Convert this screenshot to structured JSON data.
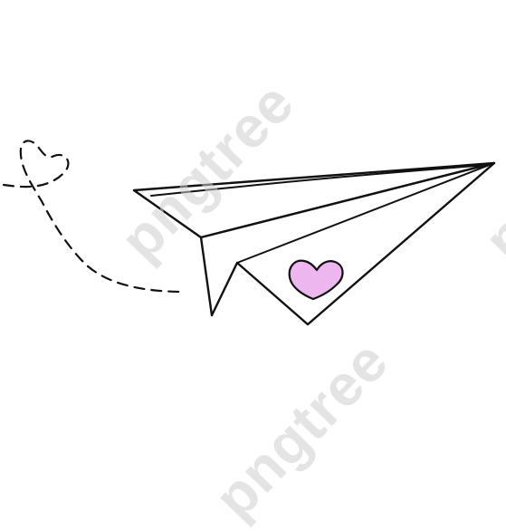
{
  "image": {
    "background_color": "#ffffff",
    "line_color": "#111111",
    "heart_fill_color": "#eeb6ee",
    "watermark_color": "#cdcdcd"
  },
  "watermarks": {
    "main": "pngtree",
    "bottom": "pngtree",
    "right": "pngtree"
  }
}
